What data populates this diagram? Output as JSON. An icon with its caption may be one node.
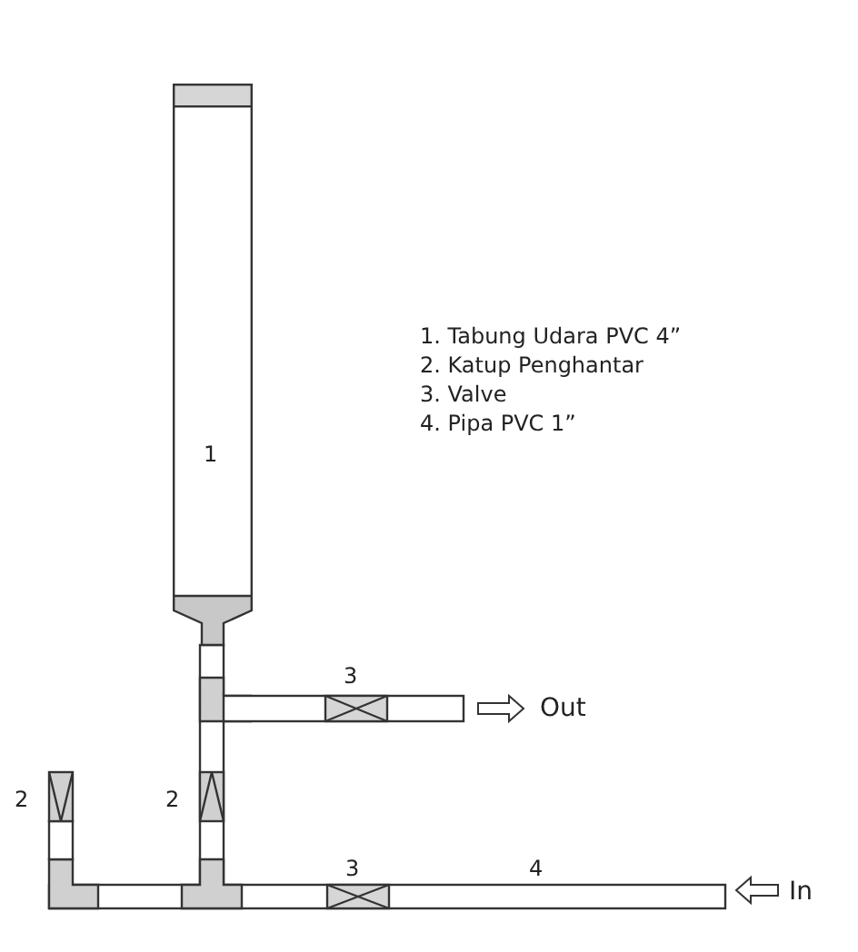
{
  "diagram": {
    "nodes": [
      {
        "text": [
          "1"
        ]
      }
    ],
    "edges": [],
    "labels": [
      "1. Tabung Udara PVC 4”",
      "2. Katup Penghantar",
      "3. Valve",
      "4. Pipa PVC 1”",
      "3",
      "Out",
      "2",
      "2",
      "3",
      "4",
      "In"
    ]
  }
}
